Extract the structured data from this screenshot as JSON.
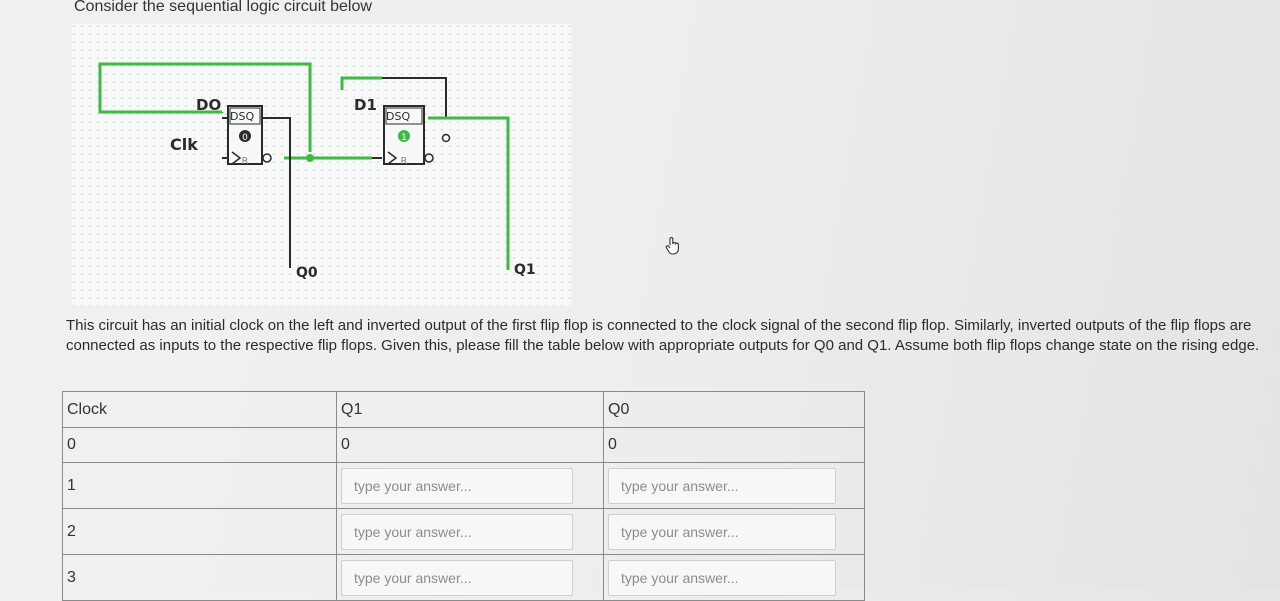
{
  "question": {
    "intro": "Consider the sequential logic circuit below",
    "description": "This circuit has an initial clock on the left and inverted output of the first flip flop is connected to the clock signal of the second flip flop. Similarly, inverted outputs of the flip flops are connected as inputs to the respective flip flops. Given this, please fill the table below with appropriate outputs for Q0 and Q1. Assume both flip flops change state on the rising edge."
  },
  "circuit": {
    "clk_label": "Clk",
    "ff0": {
      "input_label": "DO",
      "pins": "DSQ",
      "reset_label": "R",
      "state": "0",
      "output_label": "Q0"
    },
    "ff1": {
      "input_label": "D1",
      "pins": "DSQ",
      "reset_label": "R",
      "state": "1",
      "output_label": "Q1"
    },
    "colors": {
      "wire_active": "#3fb944",
      "wire_idle": "#2b2b2b",
      "grid_dot": "#cfd3d3"
    }
  },
  "table": {
    "headers": {
      "clock": "Clock",
      "q1": "Q1",
      "q0": "Q0"
    },
    "rows": [
      {
        "clock": "0",
        "q1": "0",
        "q0": "0"
      },
      {
        "clock": "1"
      },
      {
        "clock": "2"
      },
      {
        "clock": "3"
      }
    ],
    "placeholder": "type your answer..."
  }
}
